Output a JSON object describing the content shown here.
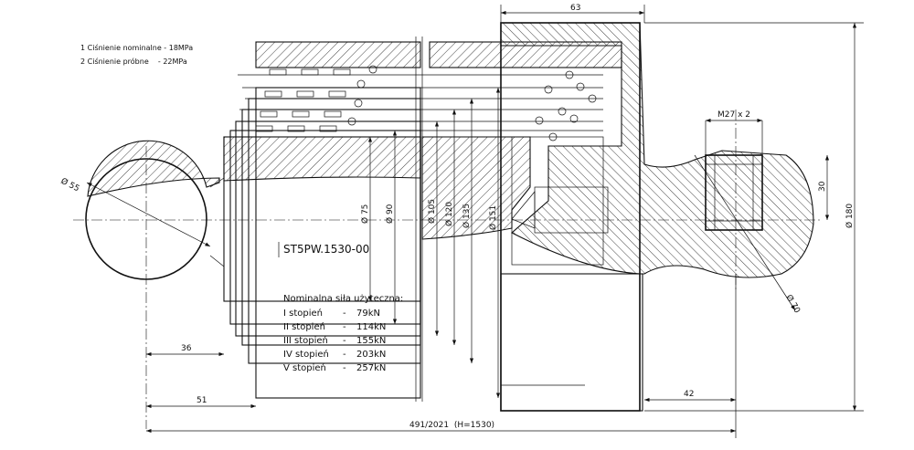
{
  "notes": {
    "line1": "1 Ciśnienie nominalne - 18MPa",
    "line2": "2 Ciśnienie próbne    - 22MPa"
  },
  "part_number": "ST5PW.1530-00",
  "force_table": {
    "title": "Nominalna siła użyteczna:",
    "rows": [
      {
        "stage": "I stopień",
        "sep": "-",
        "value": "79kN"
      },
      {
        "stage": "II stopień",
        "sep": "-",
        "value": "114kN"
      },
      {
        "stage": "III stopień",
        "sep": "-",
        "value": "155kN"
      },
      {
        "stage": "IV stopień",
        "sep": "-",
        "value": "203kN"
      },
      {
        "stage": "V stopień",
        "sep": "-",
        "value": "257kN"
      }
    ]
  },
  "dimensions": {
    "top_width": "63",
    "thread": "M27 x 2",
    "ball_left": "Ø 55",
    "d75": "Ø 75",
    "d90": "Ø 90",
    "d105": "Ø 105",
    "d120": "Ø 120",
    "d135": "Ø 135",
    "d151": "Ø 151",
    "thread_depth": "30",
    "outer_dia": "Ø 180",
    "ball_right": "Ø 70",
    "left_36": "36",
    "left_51": "51",
    "right_42": "42",
    "total_length": "491/2021  (H=1530)"
  }
}
